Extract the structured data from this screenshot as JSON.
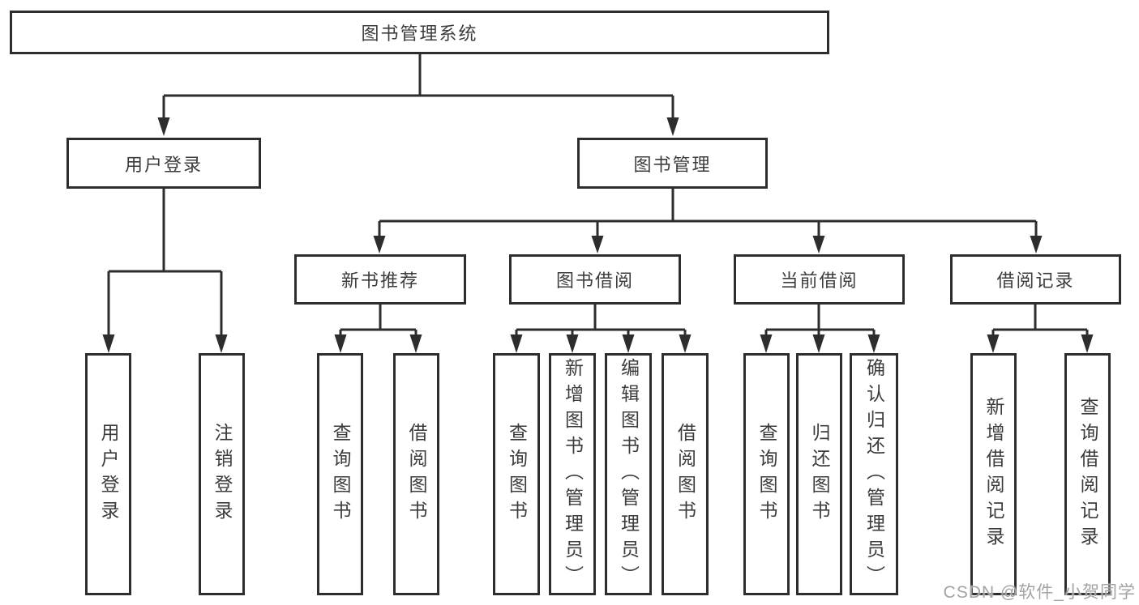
{
  "tree": {
    "root": {
      "label": "图书管理系统"
    },
    "branches": [
      {
        "label": "用户登录",
        "children": [
          {
            "label": "用户登录"
          },
          {
            "label": "注销登录"
          }
        ]
      },
      {
        "label": "图书管理",
        "children": [
          {
            "label": "新书推荐",
            "children": [
              {
                "label": "查询图书"
              },
              {
                "label": "借阅图书"
              }
            ]
          },
          {
            "label": "图书借阅",
            "children": [
              {
                "label": "查询图书"
              },
              {
                "label": "新增图书（管理员）"
              },
              {
                "label": "编辑图书（管理员）"
              },
              {
                "label": "借阅图书"
              }
            ]
          },
          {
            "label": "当前借阅",
            "children": [
              {
                "label": "查询图书"
              },
              {
                "label": "归还图书"
              },
              {
                "label": "确认归还（管理员）"
              }
            ]
          },
          {
            "label": "借阅记录",
            "children": [
              {
                "label": "新增借阅记录"
              },
              {
                "label": "查询借阅记录"
              }
            ]
          }
        ]
      }
    ]
  },
  "watermark": "CSDN @软件_小贺同学",
  "colors": {
    "line": "#2d2d2d",
    "text": "#3c3c3c",
    "box_fill": "#ffffff",
    "background": "#ffffff",
    "watermark": "#a3a3a3"
  }
}
